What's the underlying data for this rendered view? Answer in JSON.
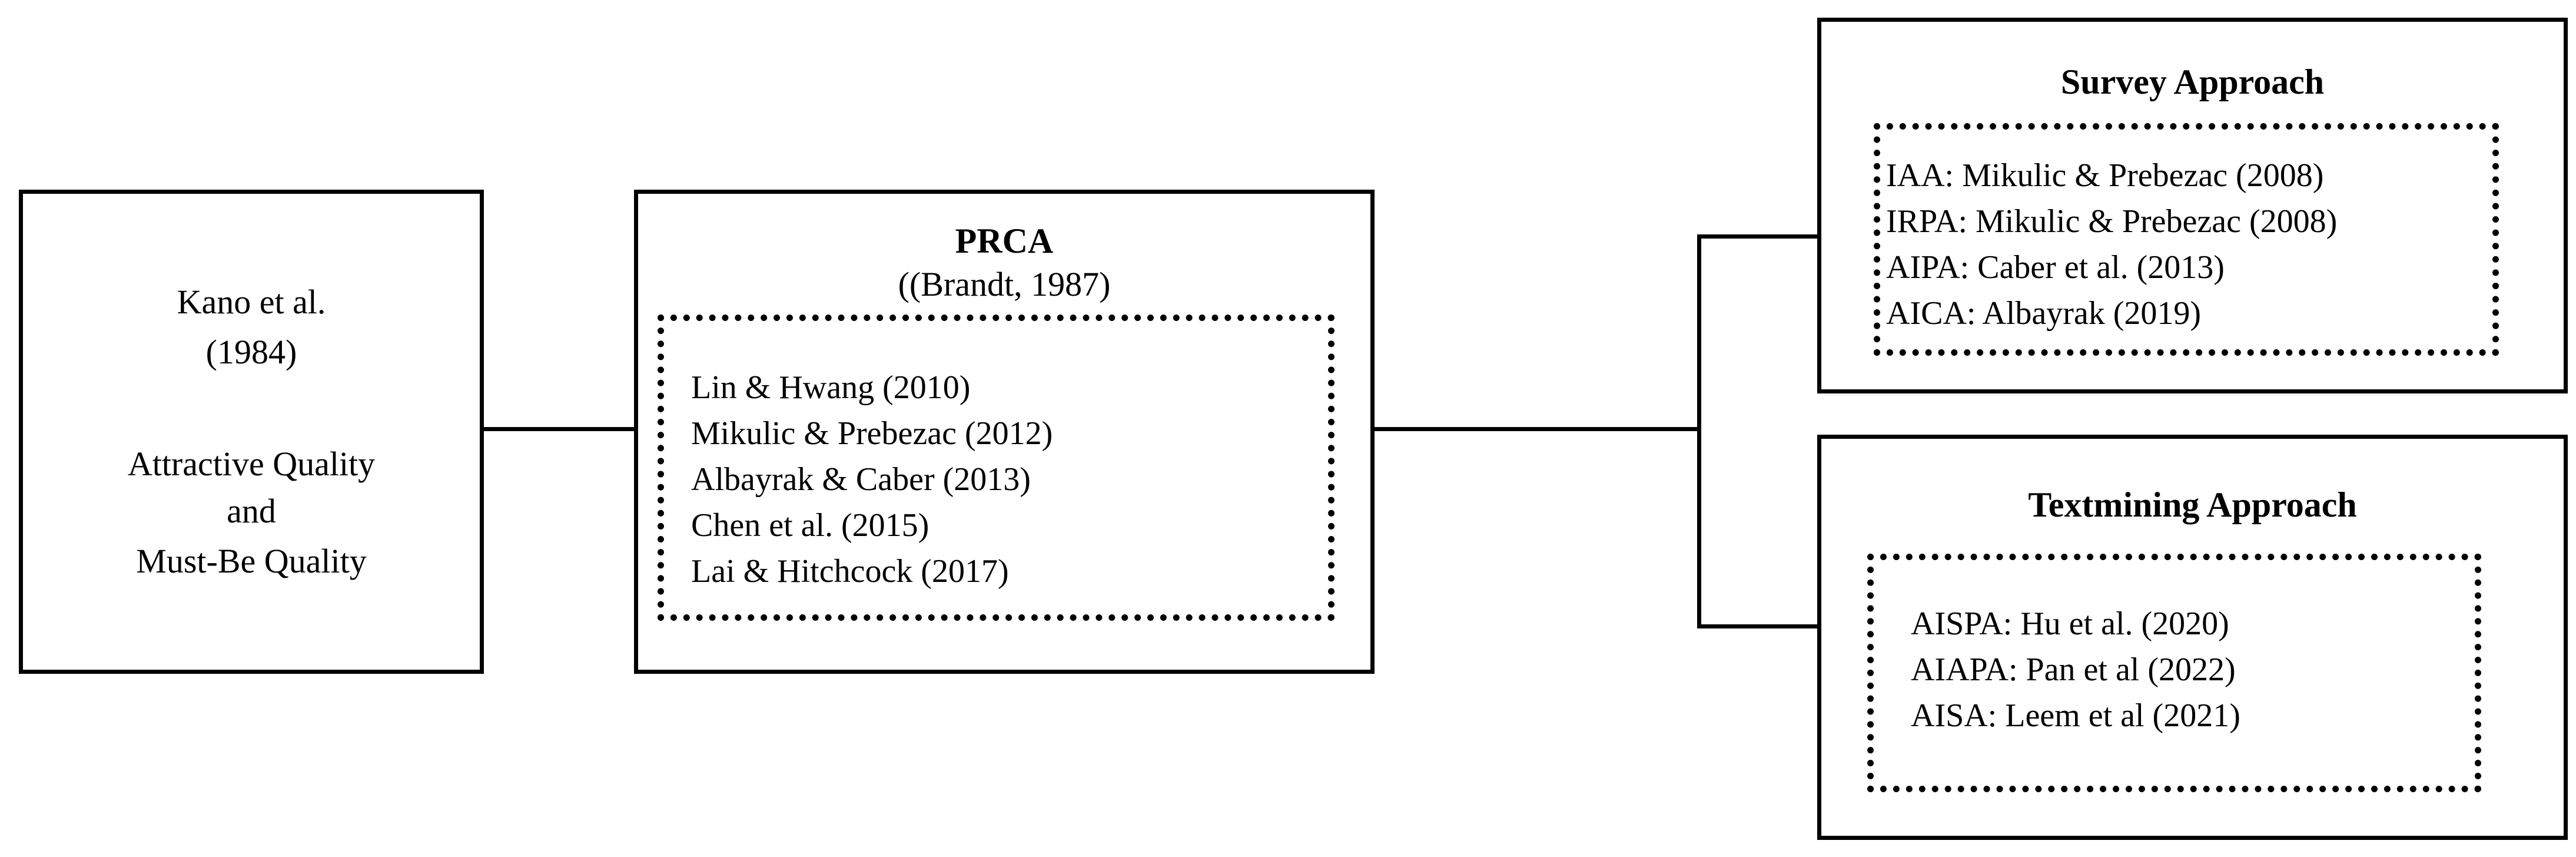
{
  "kano": {
    "author": "Kano et al.",
    "year": "(1984)",
    "quality_line1": "Attractive Quality",
    "quality_line2": "and",
    "quality_line3": "Must-Be Quality"
  },
  "prca": {
    "title": "PRCA",
    "subtitle": "((Brandt, 1987)",
    "items": [
      "Lin & Hwang (2010)",
      "Mikulic & Prebezac (2012)",
      "Albayrak & Caber (2013)",
      "Chen et al. (2015)",
      "Lai & Hitchcock (2017)"
    ]
  },
  "survey": {
    "title": "Survey Approach",
    "items": [
      "IAA: Mikulic & Prebezac (2008)",
      "IRPA: Mikulic & Prebezac (2008)",
      "AIPA: Caber et al. (2013)",
      "AICA: Albayrak (2019)"
    ]
  },
  "textmining": {
    "title": "Textmining Approach",
    "items": [
      "AISPA: Hu et al. (2020)",
      "AIAPA: Pan et al (2022)",
      "AISA: Leem et al (2021)"
    ]
  }
}
